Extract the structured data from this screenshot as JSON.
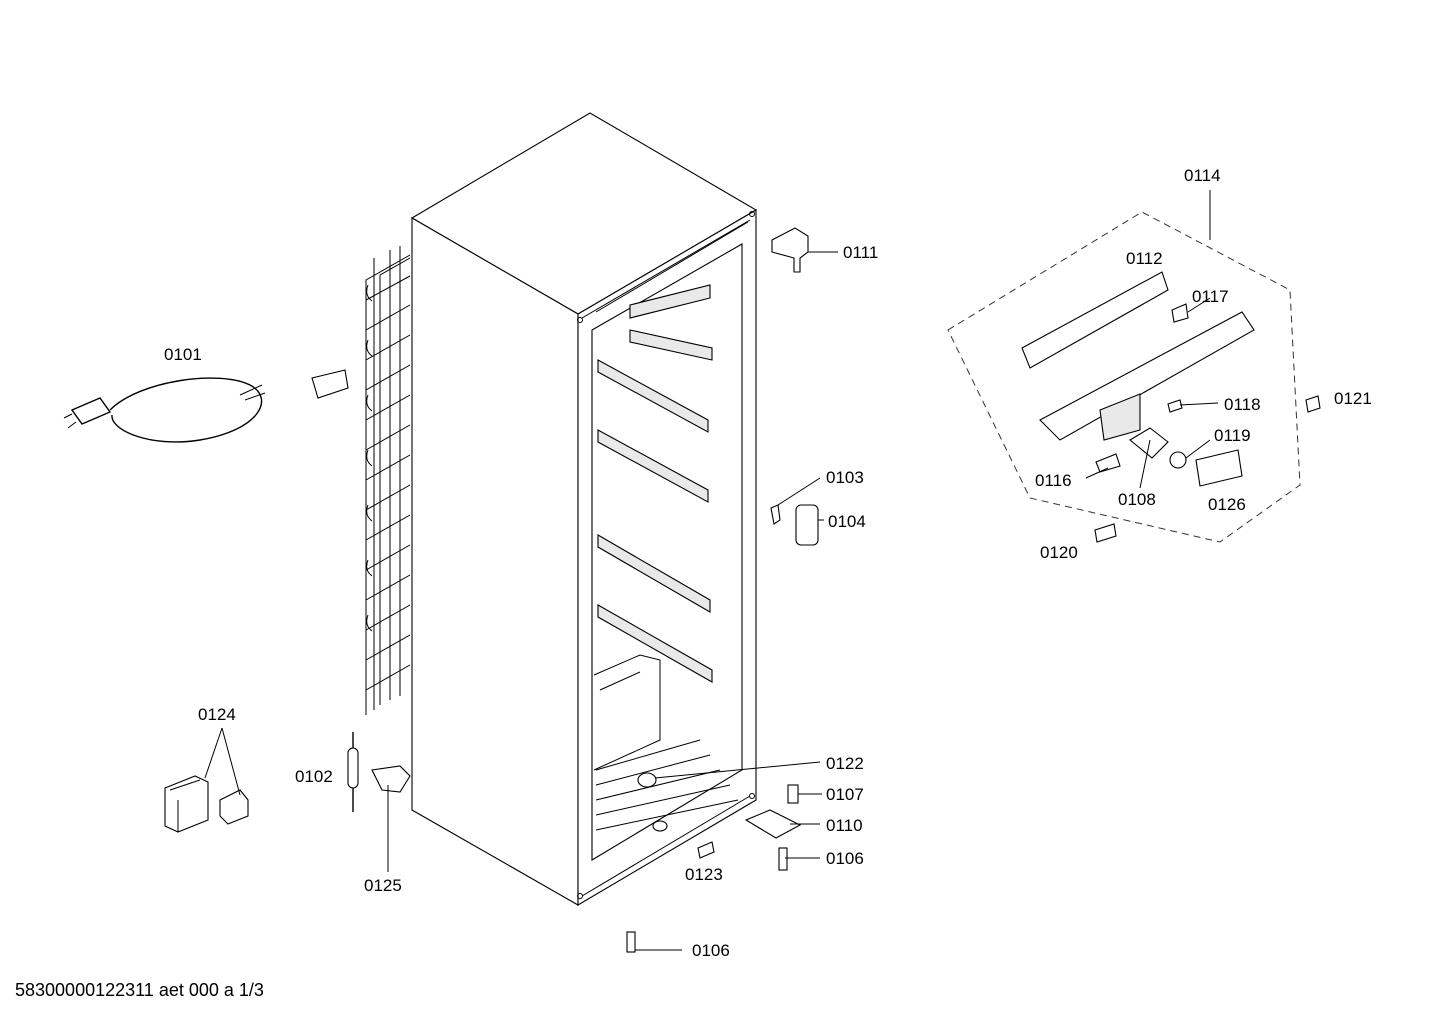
{
  "diagram": {
    "labels": {
      "p0101": "0101",
      "p0102": "0102",
      "p0103": "0103",
      "p0104": "0104",
      "p0106a": "0106",
      "p0106b": "0106",
      "p0107": "0107",
      "p0108": "0108",
      "p0110": "0110",
      "p0111": "0111",
      "p0112": "0112",
      "p0114": "0114",
      "p0116": "0116",
      "p0117": "0117",
      "p0118": "0118",
      "p0119": "0119",
      "p0120": "0120",
      "p0121": "0121",
      "p0122": "0122",
      "p0123": "0123",
      "p0124": "0124",
      "p0125": "0125",
      "p0126": "0126"
    },
    "footer": "58300000122311 aet 000 a 1/3"
  }
}
